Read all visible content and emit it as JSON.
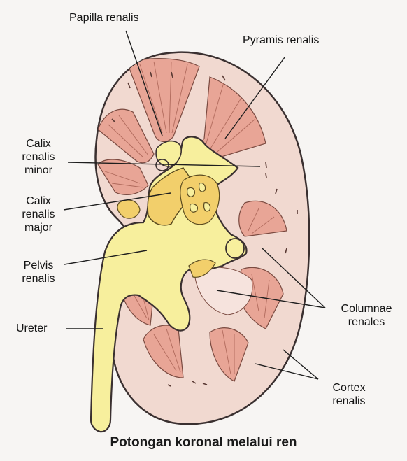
{
  "labels": {
    "papilla": "Papilla renalis",
    "pyramis": "Pyramis renalis",
    "calix_minor": "Calix\nrenalis\nminor",
    "calix_major": "Calix\nrenalis\nmajor",
    "pelvis": "Pelvis\nrenalis",
    "ureter": "Ureter",
    "columnae": "Columnae\nrenales",
    "cortex": "Cortex\nrenalis"
  },
  "caption": "Potongan koronal melalui ren",
  "colors": {
    "cortex": "#f1d9d0",
    "pyramid": "#e8a596",
    "pelvis": "#f7ef9d",
    "calix": "#f2cf6b",
    "outline": "#3a3030",
    "leader": "#1e1e1e"
  }
}
